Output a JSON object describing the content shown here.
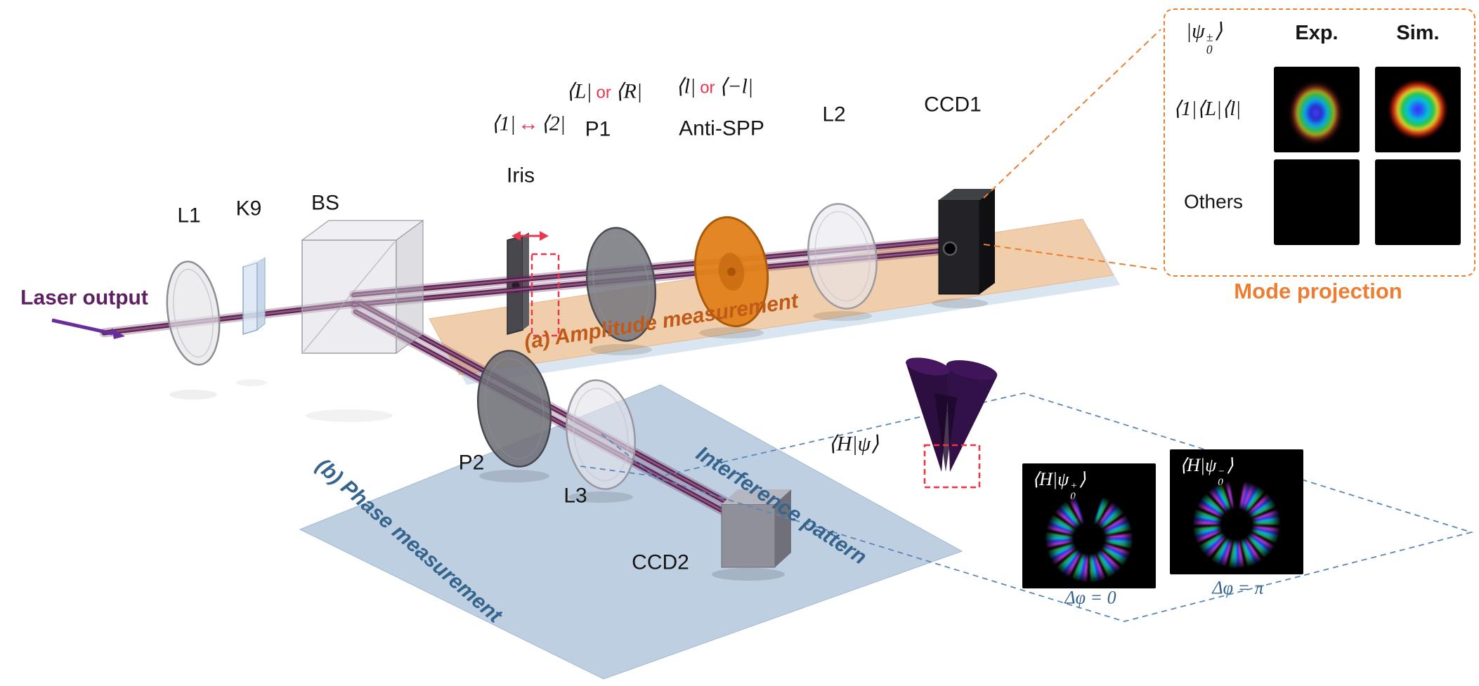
{
  "labels": {
    "laser_output": "Laser output",
    "l1": "L1",
    "k9": "K9",
    "bs": "BS",
    "iris": "Iris",
    "p1": "P1",
    "anti_spp": "Anti-SPP",
    "l2": "L2",
    "ccd1": "CCD1",
    "p2": "P2",
    "l3": "L3",
    "ccd2": "CCD2"
  },
  "annotations": {
    "bra12": {
      "left": "⟨1|",
      "arrow": "↔",
      "right": "⟨2|"
    },
    "braLR": {
      "left": "⟨L|",
      "or": "or",
      "right": "⟨R|"
    },
    "bra_l": {
      "left": "⟨l|",
      "or": "or",
      "right": "⟨−l|"
    },
    "amplitude_title": "(a) Amplitude measurement",
    "phase_title": "(b) Phase measurement",
    "interference_title": "Interference pattern",
    "h_psi": "⟨H|ψ⟩"
  },
  "mode_projection": {
    "title": "Mode projection",
    "state": {
      "pre": "|ψ",
      "sup": "±",
      "sub": "0",
      "post": "⟩"
    },
    "col_exp": "Exp.",
    "col_sim": "Sim.",
    "row1_label": "⟨1|⟨L|⟨l|",
    "row2_label": "Others"
  },
  "interference": {
    "plus": {
      "pre": "⟨H|ψ",
      "sup": "+",
      "sub": "0",
      "post": "⟩"
    },
    "minus": {
      "pre": "⟨H|ψ",
      "sup": "−",
      "sub": "0",
      "post": "⟩"
    },
    "caption_plus": "Δφ = 0",
    "caption_minus": "Δφ = π"
  },
  "colors": {
    "amplitude_accent": "#c05a18",
    "phase_accent": "#35648c",
    "projection_accent": "#ed7d31",
    "highlight_red": "#e8374f",
    "laser_purple": "#5e2063",
    "spp_orange": "#e2811c"
  }
}
